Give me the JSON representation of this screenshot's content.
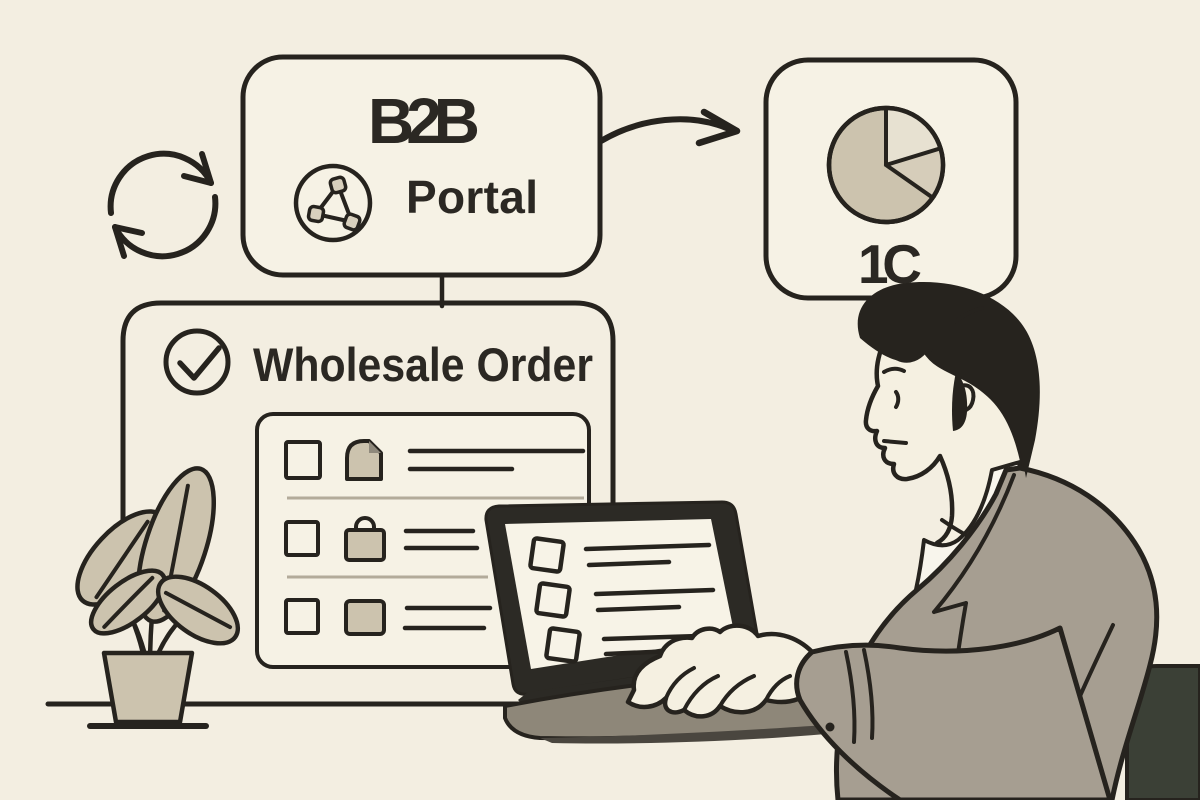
{
  "canvas": {
    "background": "#f3eee1",
    "ink": "#26231e",
    "tan": "#ccc3ae",
    "panel": "#f6f2e5",
    "jacket_color": "#a69e91",
    "chair_color": "#3b4036",
    "keyboard_deck_color": "#8e8779"
  },
  "sync_icon": {
    "name": "sync-arrows-icon"
  },
  "b2b_box": {
    "title": "B2B",
    "subtitle": "Portal",
    "icon": "share-network-icon"
  },
  "flow_arrow": {
    "name": "curved-arrow-right"
  },
  "onec_box": {
    "label": "1C",
    "icon": "pie-chart-icon",
    "pie_slices": [
      {
        "name": "main",
        "color": "#ccc3ae",
        "sweep_deg": 252
      },
      {
        "name": "top-right",
        "color": "#e7e1d1",
        "sweep_deg": 73
      },
      {
        "name": "right",
        "color": "#d6cdba",
        "sweep_deg": 35
      }
    ]
  },
  "order_box": {
    "title": "Wholesale Order",
    "icon": "check-circle-icon",
    "rows": [
      {
        "checkbox": "unchecked",
        "icon": "tag-icon",
        "text_lines": 2
      },
      {
        "checkbox": "unchecked",
        "icon": "shopping-bag-icon",
        "text_lines": 2
      },
      {
        "checkbox": "unchecked",
        "icon": "package-icon",
        "text_lines": 2
      }
    ]
  },
  "laptop": {
    "name": "laptop-with-checklist",
    "screen_rows": 3
  },
  "person": {
    "name": "man-typing-at-laptop",
    "hair_color": "#26231e"
  },
  "plant": {
    "name": "potted-plant",
    "leaf_color": "#ccc3ae"
  },
  "furniture": {
    "desk": "desk-line",
    "chair": "office-chair"
  }
}
